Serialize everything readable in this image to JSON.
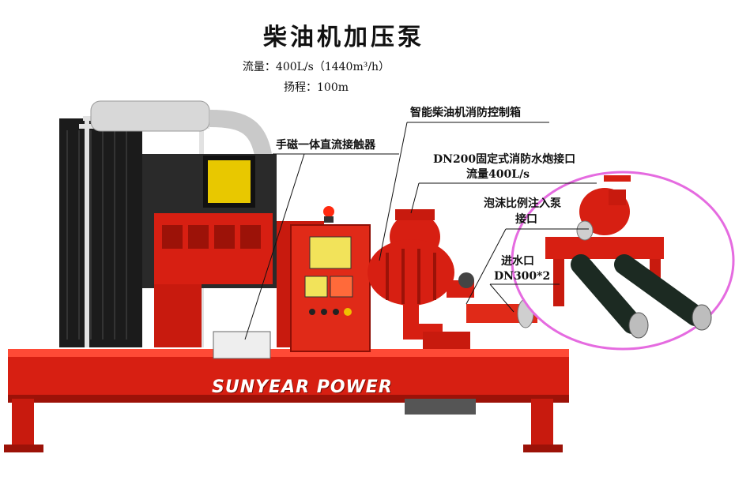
{
  "header": {
    "title": "柴油机加压泵",
    "flow": "流量：400L/s（1440m³/h）",
    "head": "扬程：100m"
  },
  "callouts": {
    "controller": "智能柴油机消防控制箱",
    "contactor": "手磁一体直流接触器",
    "cannon_line1": "DN200固定式消防水炮接口",
    "cannon_line2": "流量400L/s",
    "foam_line1": "泡沫比例注入泵",
    "foam_line2": "接口",
    "inlet_line1": "进水口",
    "inlet_line2": "DN300*2"
  },
  "brand": "SUNYEAR POWER",
  "colors": {
    "frame_red": "#d71f12",
    "dark_red": "#9c1208",
    "engine_black": "#1b1b1b",
    "pipe_silver": "#c9c9c9",
    "highlight_magenta": "#e56be0"
  }
}
